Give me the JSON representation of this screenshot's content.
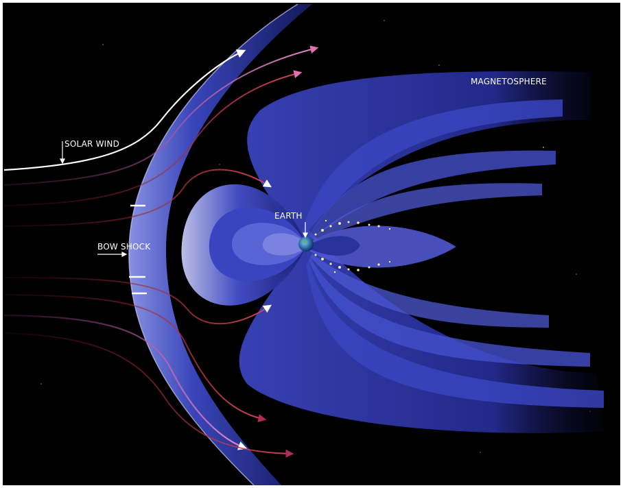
{
  "labels": {
    "solar_wind": "SOLAR WIND",
    "bow_shock": "BOW SHOCK",
    "earth": "EARTH",
    "magnetosphere": "MAGNETOSPHERE"
  },
  "colors": {
    "space": "#000000",
    "field_blue": "#3a44c8",
    "field_light": "#aeb4ee",
    "shock_blue": "#4a5ad4",
    "wind_red": "#c23a4a",
    "wind_pink": "#d77ac0",
    "wind_orange": "#d88a46",
    "plasma_yellow": "#e9e89a",
    "earth_blue": "#3d86c8"
  },
  "icons": [
    "earth-globe-icon",
    "arrow-right-icon",
    "arrow-down-icon"
  ]
}
